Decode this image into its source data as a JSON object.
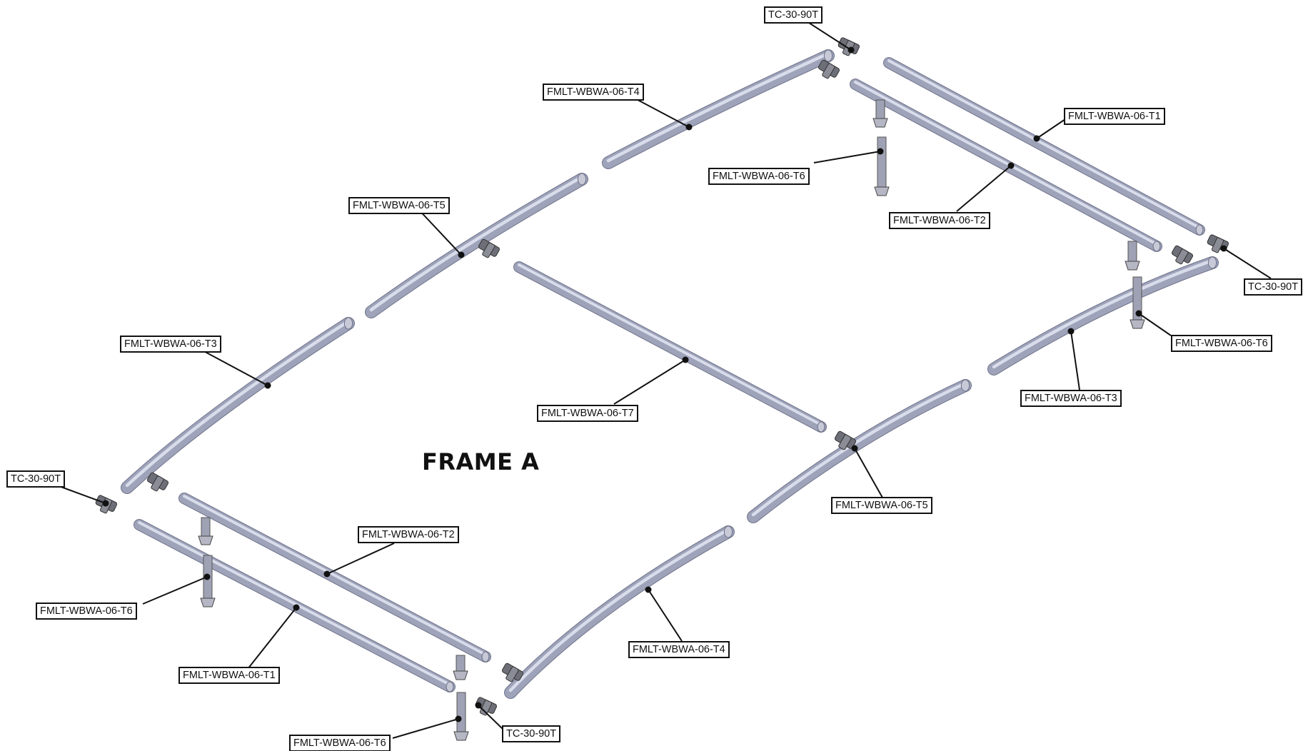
{
  "title": "FRAME A",
  "colors": {
    "tube": "#9ea3ba",
    "tube_dark": "#6f738a",
    "tube_light": "#d9dcea",
    "fitting": "#6d6f78",
    "leader": "#111111"
  },
  "labels": {
    "tc_top": "TC-30-90T",
    "t4_top": "FMLT-WBWA-06-T4",
    "t1_right": "FMLT-WBWA-06-T1",
    "t6_top": "FMLT-WBWA-06-T6",
    "t2_right": "FMLT-WBWA-06-T2",
    "t5_left": "FMLT-WBWA-06-T5",
    "tc_right": "TC-30-90T",
    "t6_right": "FMLT-WBWA-06-T6",
    "t3_left": "FMLT-WBWA-06-T3",
    "t3_right": "FMLT-WBWA-06-T3",
    "t7": "FMLT-WBWA-06-T7",
    "tc_left": "TC-30-90T",
    "t5_right": "FMLT-WBWA-06-T5",
    "t2_left": "FMLT-WBWA-06-T2",
    "t6_left": "FMLT-WBWA-06-T6",
    "t4_bottom": "FMLT-WBWA-06-T4",
    "t1_left": "FMLT-WBWA-06-T1",
    "tc_bottom": "TC-30-90T",
    "t6_bottom": "FMLT-WBWA-06-T6"
  }
}
